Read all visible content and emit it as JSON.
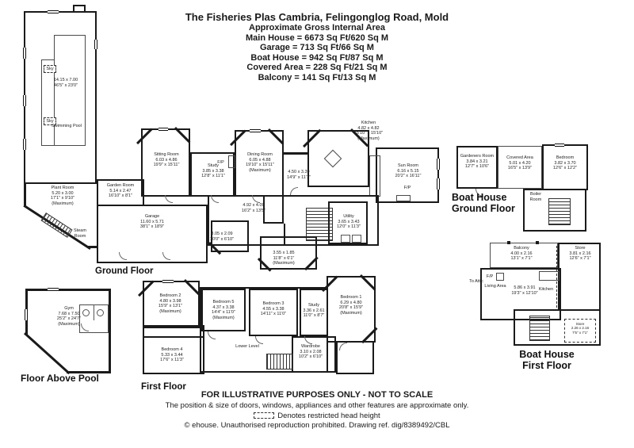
{
  "header": {
    "title": "The Fisheries Plas Cambria, Felingonglog Road, Mold",
    "subtitle": "Approximate Gross Internal Area",
    "areas": [
      "Main House = 6673 Sq Ft/620 Sq M",
      "Garage = 713 Sq Ft/66 Sq M",
      "Boat House = 942 Sq Ft/87 Sq M",
      "Covered Area = 228 Sq Ft/21 Sq M",
      "Balcony = 141 Sq Ft/13 Sq M"
    ]
  },
  "floors": {
    "ground": {
      "label": "Ground Floor",
      "rooms": {
        "swimming_pool": {
          "name": "Swimming Pool",
          "metric": "14.15 x 7.00",
          "imperial": "46'5\" x 23'0\""
        },
        "sky": "Sky",
        "plant_room": {
          "name": "Plant Room",
          "metric": "5.20 x 3.00",
          "imperial": "17'1\" x 9'10\"",
          "note": "(Maximum)"
        },
        "steam_room": {
          "name": "Steam Room"
        },
        "garden_room": {
          "name": "Garden Room",
          "metric": "5.14 x 2.47",
          "imperial": "16'10\" x 8'1\""
        },
        "garage": {
          "name": "Garage",
          "metric": "11.60 x 5.71",
          "imperial": "38'1\" x 18'9\""
        },
        "sitting_room": {
          "name": "Sitting Room",
          "metric": "6.03 x 4.86",
          "imperial": "19'9\" x 15'11\""
        },
        "study": {
          "name": "Study",
          "metric": "3.85 x 3.38",
          "imperial": "12'8\" x 11'1\""
        },
        "dining_room": {
          "name": "Dining Room",
          "metric": "6.05 x 4.88",
          "imperial": "19'10\" x 15'11\"",
          "note": "(Maximum)"
        },
        "kitchen": {
          "name": "Kitchen",
          "metric": "4.82 x 4.82",
          "imperial": "15'10\" x 15'10\"",
          "note": "(Maximum)"
        },
        "breakfast_area": {
          "metric": "4.50 x 3.39",
          "imperial": "14'9\" x 11'1\""
        },
        "sun_room": {
          "name": "Sun Room",
          "metric": "6.16 x 5.15",
          "imperial": "20'2\" x 16'11\""
        },
        "hall": {
          "metric": "4.92 x 4.09",
          "imperial": "16'2\" x 13'5\""
        },
        "porch": {
          "metric": "3.05 x 2.09",
          "imperial": "10'0\" x 6'10\""
        },
        "utility": {
          "name": "Utility",
          "metric": "3.65 x 3.43",
          "imperial": "12'0\" x 11'3\""
        },
        "rear_bay": {
          "metric": "3.55 x 1.85",
          "imperial": "11'8\" x 6'1\"",
          "note": "(Maximum)"
        },
        "fireplace": "F/P"
      }
    },
    "first": {
      "label": "First Floor",
      "rooms": {
        "bedroom2": {
          "name": "Bedroom 2",
          "metric": "4.80 x 3.98",
          "imperial": "15'9\" x 13'1\"",
          "note": "(Maximum)"
        },
        "bedroom5": {
          "name": "Bedroom 5",
          "metric": "4.37 x 3.38",
          "imperial": "14'4\" x 11'0\"",
          "note": "(Maximum)"
        },
        "bedroom3": {
          "name": "Bedroom 3",
          "metric": "4.55 x 3.38",
          "imperial": "14'11\" x 11'0\""
        },
        "study": {
          "name": "Study",
          "metric": "3.36 x 2.61",
          "imperial": "11'0\" x 8'7\""
        },
        "bedroom1": {
          "name": "Bedroom 1",
          "metric": "6.29 x 4.80",
          "imperial": "20'8\" x 15'9\"",
          "note": "(Maximum)"
        },
        "bedroom4": {
          "name": "Bedroom 4",
          "metric": "5.33 x 3.44",
          "imperial": "17'6\" x 11'3\""
        },
        "lower_level": {
          "name": "Lower Level"
        },
        "wardrobe": {
          "name": "Wardrobe",
          "metric": "3.10 x 2.08",
          "imperial": "10'2\" x 6'10\""
        }
      }
    },
    "pool_floor": {
      "label": "Floor Above Pool",
      "rooms": {
        "gym": {
          "name": "Gym",
          "metric": "7.68 x 7.50",
          "imperial": "25'2\" x 24'7\"",
          "note": "(Maximum)"
        }
      }
    },
    "boat_ground": {
      "label_line1": "Boat House",
      "label_line2": "Ground Floor",
      "rooms": {
        "gardeners_room": {
          "name": "Gardeners Room",
          "metric": "3.84 x 3.21",
          "imperial": "12'7\" x 10'6\""
        },
        "covered_area": {
          "name": "Covered Area",
          "metric": "5.01 x 4.20",
          "imperial": "16'5\" x 13'9\""
        },
        "bedroom": {
          "name": "Bedroom",
          "metric": "3.82 x 3.70",
          "imperial": "12'6\" x 12'2\""
        },
        "boiler_room": {
          "name": "Boiler Room"
        }
      }
    },
    "boat_first": {
      "label_line1": "Boat House",
      "label_line2": "First Floor",
      "rooms": {
        "balcony": {
          "name": "Balcony",
          "metric": "4.00 x 2.16",
          "imperial": "13'1\" x 7'1\""
        },
        "store_top": {
          "name": "Store",
          "metric": "3.81 x 2.16",
          "imperial": "12'6\" x 7'1\""
        },
        "living_area": {
          "name": "Living Area",
          "metric": "5.86 x 3.91",
          "imperial": "19'3\" x 12'10\""
        },
        "kitchen": {
          "name": "Kitchen"
        },
        "store_small": {
          "name": "Store",
          "metric": "2.26 x 2.16",
          "imperial": "7'5\" x 7'1\""
        },
        "to_attic": {
          "name": "To Attic"
        },
        "fp": "F/P"
      }
    }
  },
  "footer": {
    "line1": "FOR ILLUSTRATIVE PURPOSES ONLY - NOT TO SCALE",
    "line2": "The position & size of doors, windows, appliances and other features are approximate only.",
    "line3": "Denotes restricted head height",
    "line4": "© ehouse. Unauthorised reproduction prohibited. Drawing ref. dig/8389492/CBL"
  }
}
